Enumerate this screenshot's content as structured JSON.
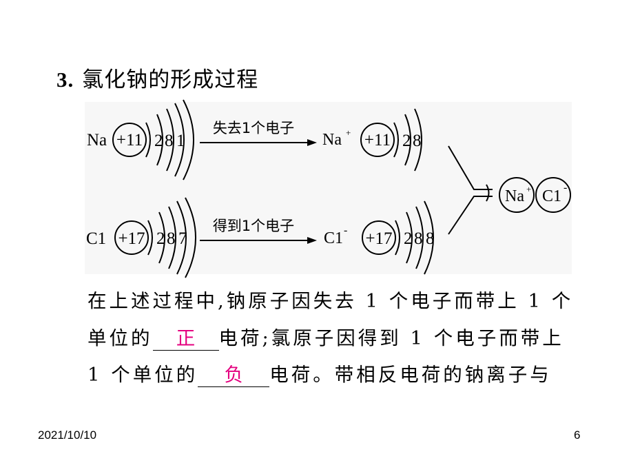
{
  "heading": {
    "number": "3.",
    "text": "氯化钠的形成过程"
  },
  "diagram": {
    "na_atom": {
      "symbol": "Na",
      "nucleus": "+11",
      "shells": [
        "2",
        "8",
        "1"
      ]
    },
    "na_ion": {
      "symbol": "Na",
      "charge": "+",
      "nucleus": "+11",
      "shells": [
        "2",
        "8"
      ]
    },
    "cl_atom": {
      "symbol": "C1",
      "nucleus": "+17",
      "shells": [
        "2",
        "8",
        "7"
      ]
    },
    "cl_ion": {
      "symbol": "C1",
      "charge": "-",
      "nucleus": "+17",
      "shells": [
        "2",
        "8",
        "8"
      ]
    },
    "arrow_lose": "失去1个电子",
    "arrow_gain": "得到1个电子",
    "product": {
      "na": "Na",
      "na_charge": "+",
      "cl": "C1",
      "cl_charge": "-"
    }
  },
  "paragraph": {
    "line1": "在上述过程中,钠原子因失去 1 个电子而带上 1 个",
    "line2_a": "单位的",
    "answer1": "正",
    "line2_b": "电荷;氯原子因得到 1 个电子而带上",
    "line3_a": "1 个单位的",
    "answer2": "负",
    "line3_b": "电荷。带相反电荷的钠离子与"
  },
  "footer": {
    "date": "2021/10/10",
    "page": "6"
  }
}
